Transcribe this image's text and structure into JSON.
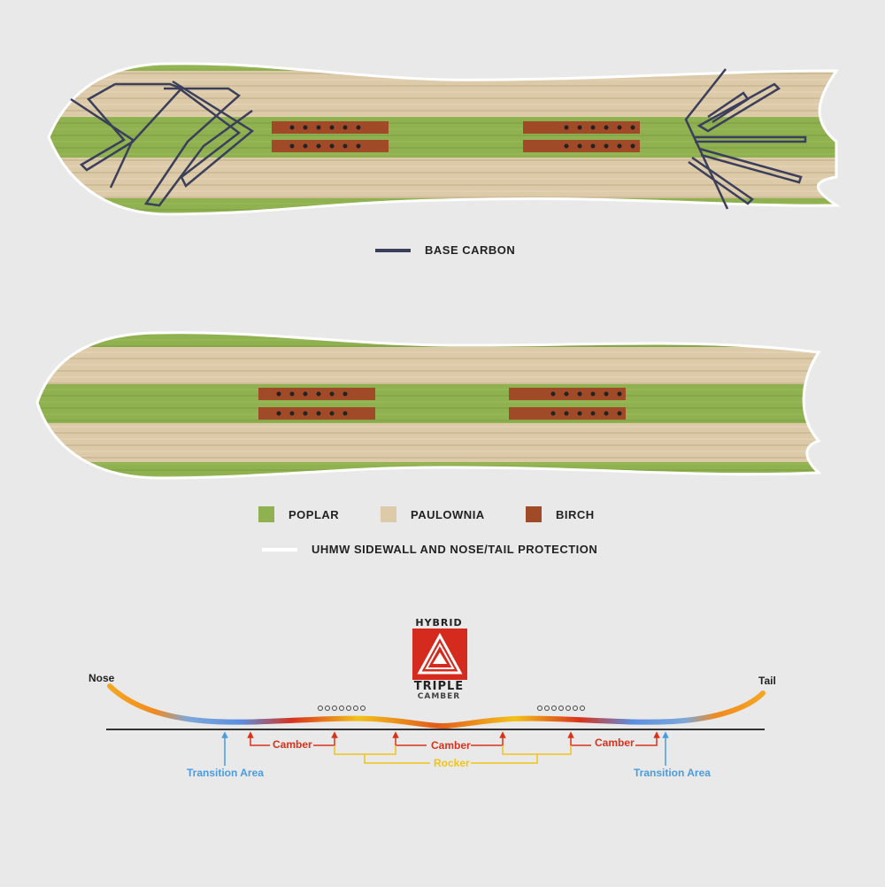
{
  "legend": {
    "base_carbon": "BASE CARBON",
    "poplar": "POPLAR",
    "paulownia": "PAULOWNIA",
    "birch": "BIRCH",
    "uhmw": "UHMW SIDEWALL AND NOSE/TAIL PROTECTION"
  },
  "colors": {
    "background": "#e9e9e9",
    "poplar": "#8fb150",
    "paulownia": "#dccaa8",
    "birch": "#a14a28",
    "carbon": "#3b3f5c",
    "uhmw": "#ffffff",
    "camber": "#d9321c",
    "rocker": "#f0c419",
    "transition": "#4a9be0"
  },
  "logo": {
    "line1": "HYBRID",
    "line2": "TRIPLE",
    "line3": "CAMBER"
  },
  "profile": {
    "nose": "Nose",
    "tail": "Tail",
    "camber_left": "Camber",
    "camber_mid": "Camber",
    "camber_right": "Camber",
    "rocker": "Rocker",
    "transition_left": "Transition Area",
    "transition_right": "Transition Area"
  }
}
